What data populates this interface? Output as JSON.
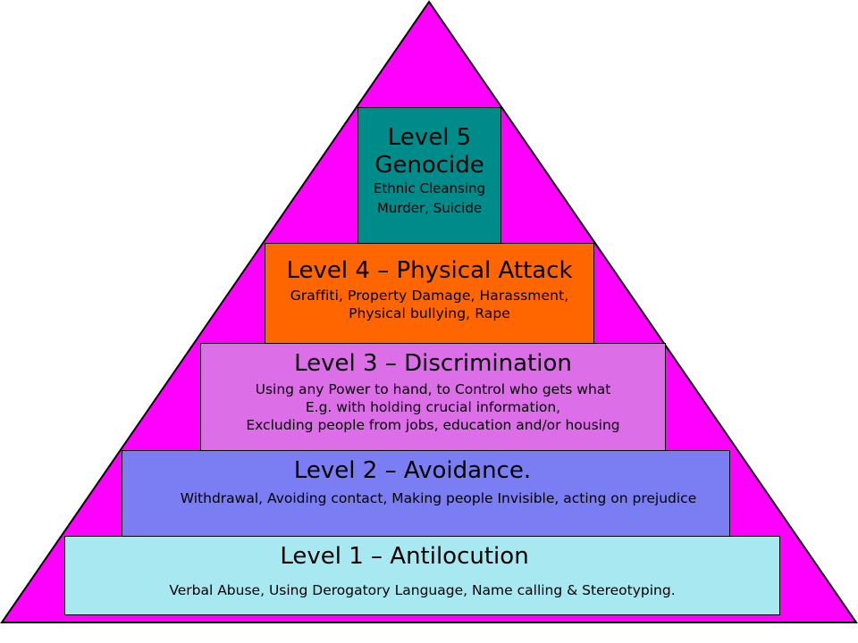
{
  "colors": {
    "pyramid": "#ff00ff",
    "level5": "#008b8b",
    "level4": "#ff6600",
    "level3": "#dc6ee8",
    "level2": "#7b7df2",
    "level1": "#a8e8f0"
  },
  "levels": {
    "level5": {
      "title_line1": "Level 5",
      "title_line2": "Genocide",
      "desc_line1": "Ethnic Cleansing",
      "desc_line2": "Murder, Suicide"
    },
    "level4": {
      "title": "Level 4 – Physical Attack",
      "desc_line1": "Graffiti, Property Damage, Harassment,",
      "desc_line2": "Physical bullying, Rape"
    },
    "level3": {
      "title": "Level 3 – Discrimination",
      "desc_line1": "Using any Power to hand, to Control who gets what",
      "desc_line2": "E.g. with holding crucial information,",
      "desc_line3": "Excluding people from jobs, education and/or housing"
    },
    "level2": {
      "title": "Level 2 – Avoidance.",
      "desc": "Withdrawal, Avoiding contact, Making people Invisible, acting on prejudice"
    },
    "level1": {
      "title": "Level 1 – Antilocution",
      "desc": "Verbal Abuse, Using Derogatory  Language, Name calling & Stereotyping."
    }
  }
}
